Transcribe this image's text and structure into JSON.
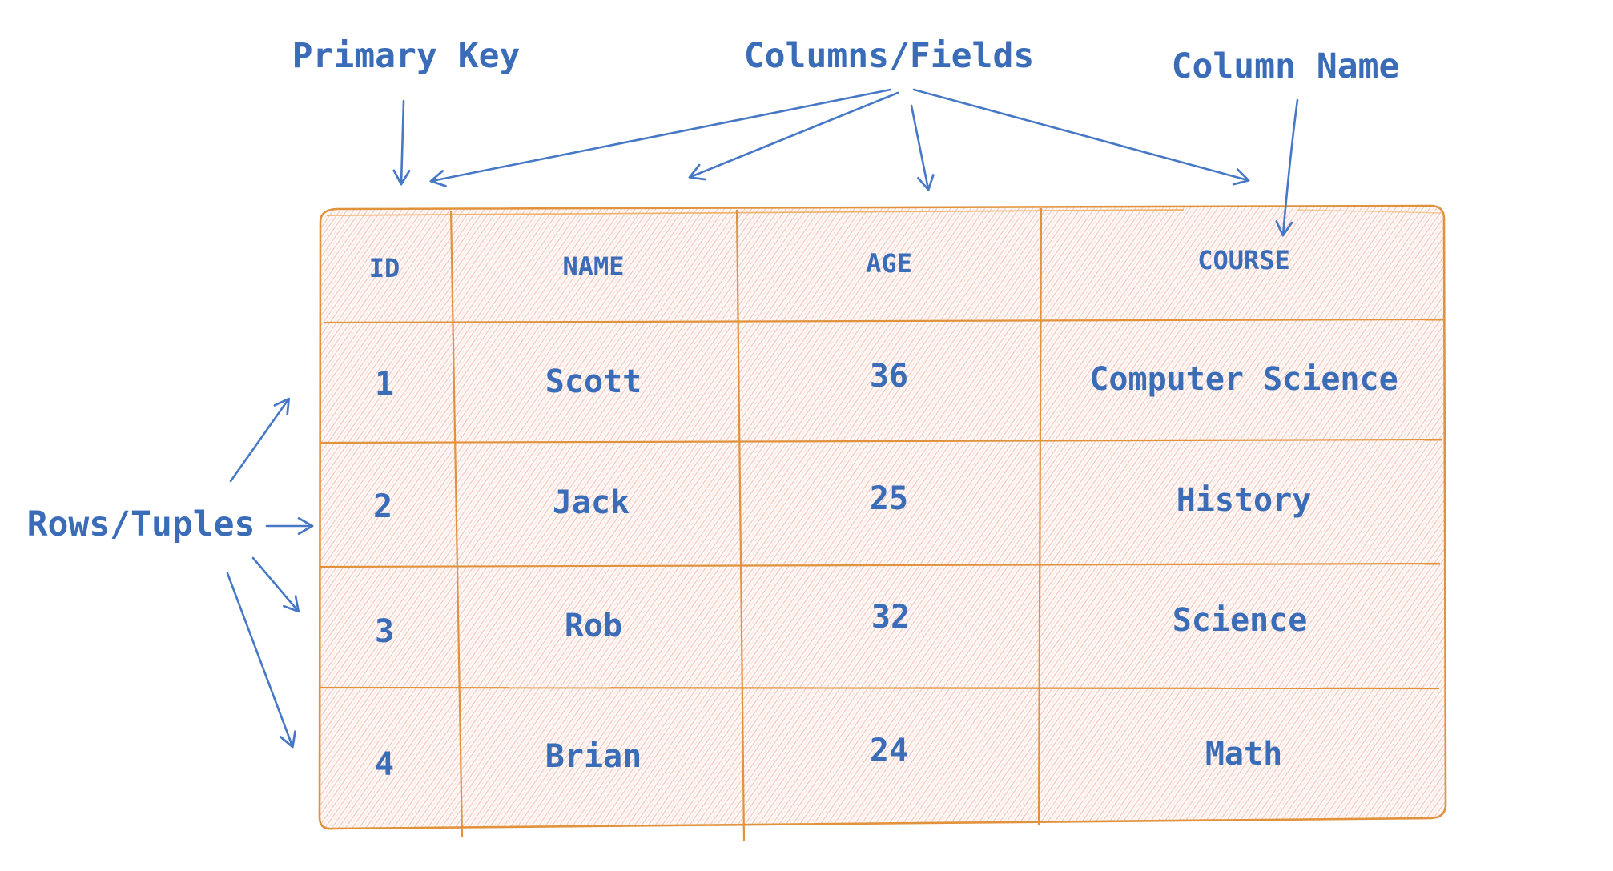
{
  "labels": {
    "primary_key": "Primary Key",
    "columns_fields": "Columns/Fields",
    "column_name": "Column Name",
    "rows_tuples": "Rows/Tuples"
  },
  "table": {
    "columns": [
      "ID",
      "NAME",
      "AGE",
      "COURSE"
    ],
    "rows": [
      [
        "1",
        "Scott",
        "36",
        "Computer Science"
      ],
      [
        "2",
        "Jack",
        "25",
        "History"
      ],
      [
        "3",
        "Rob",
        "32",
        "Science"
      ],
      [
        "4",
        "Brian",
        "24",
        "Math"
      ]
    ]
  },
  "colors": {
    "text_blue": "#3a6cb8",
    "arrow_blue": "#4678c6",
    "table_border_orange": "#e0923c",
    "hatch_pink": "#f3bdb1",
    "background": "#ffffff"
  }
}
